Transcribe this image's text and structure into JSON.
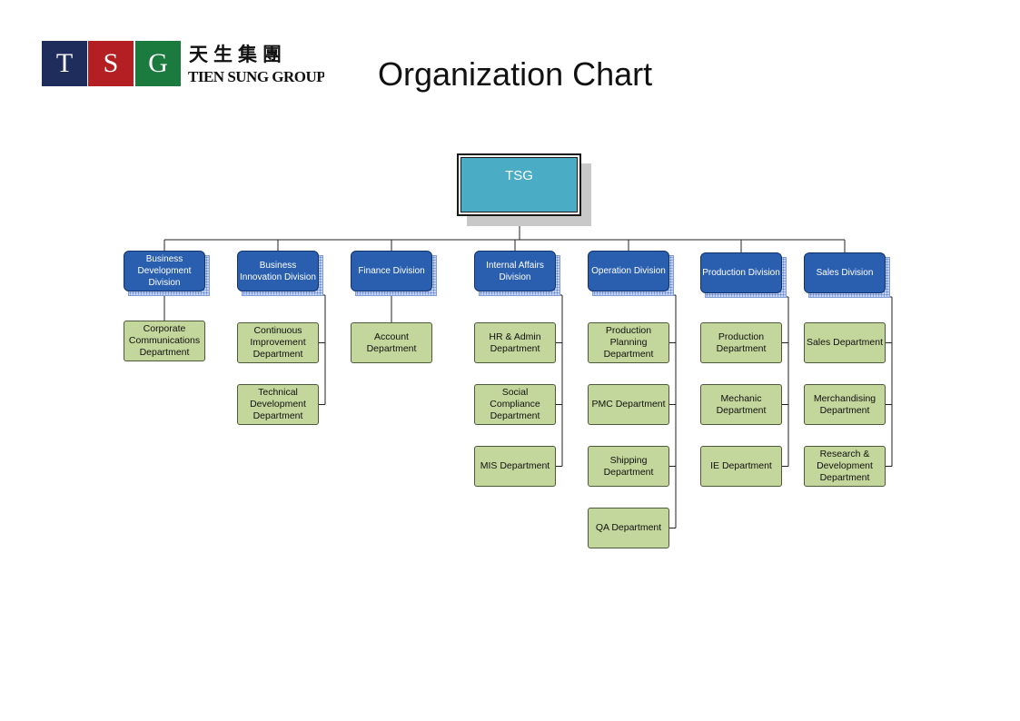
{
  "logo": {
    "letters": [
      "T",
      "S",
      "G"
    ],
    "colors": [
      "#1f2d5c",
      "#b41f24",
      "#1b7a3e"
    ],
    "chinese": "天生集團",
    "english": "TIEN SUNG GROUP"
  },
  "title": "Organization Chart",
  "root": "TSG",
  "divisions": [
    {
      "name": "Business Development Division",
      "departments": [
        "Corporate Communications Department"
      ]
    },
    {
      "name": "Business Innovation Division",
      "departments": [
        "Continuous Improvement Department",
        "Technical Development Department"
      ]
    },
    {
      "name": "Finance Division",
      "departments": [
        "Account Department"
      ]
    },
    {
      "name": "Internal Affairs Division",
      "departments": [
        "HR & Admin Department",
        "Social Compliance Department",
        "MIS Department"
      ]
    },
    {
      "name": "Operation Division",
      "departments": [
        "Production Planning Department",
        "PMC Department",
        "Shipping Department",
        "QA Department"
      ]
    },
    {
      "name": "Production Division",
      "departments": [
        "Production Department",
        "Mechanic Department",
        "IE Department"
      ]
    },
    {
      "name": "Sales Division",
      "departments": [
        "Sales Department",
        "Merchandising Department",
        "Research & Development Department"
      ]
    }
  ]
}
